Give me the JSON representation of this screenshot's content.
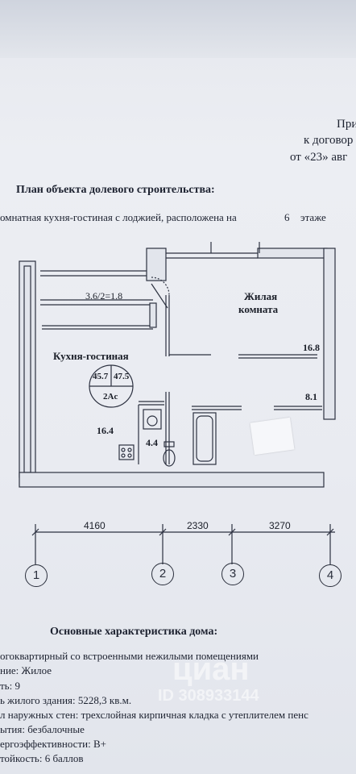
{
  "header": {
    "line1": "При",
    "line2": "к договор",
    "line3": "от «23» авг"
  },
  "title": "План объекта долевого строительства:",
  "subtitle": "омнатная кухня-гостиная с лоджией, расположена на",
  "floor_number": "6",
  "floor_word": "этаже",
  "rooms": {
    "loggia_area": "3.6/2=1.8",
    "bedroom_name": "Жилая",
    "bedroom_name2": "комната",
    "bedroom_area": "16.8",
    "hall_area": "8.1",
    "kitchen_name": "Кухня-гостиная",
    "kitchen_area": "16.4",
    "bath_area": "4.4",
    "total_area": "45.7",
    "total_area2": "47.5",
    "apt_type": "2Ac"
  },
  "dimensions": [
    "4160",
    "2330",
    "3270"
  ],
  "axes": [
    "1",
    "2",
    "3",
    "4"
  ],
  "features_title": "Основные характеристика дома:",
  "features": [
    "огоквартирный со встроенными нежилыми помещениями",
    "ние: Жилое",
    "ть: 9",
    "ь жилого здания: 5228,3 кв.м.",
    "л наружных стен: трехслойная кирпичная кладка с утеплителем пенс",
    "ытия: безбалочные",
    "ергоэффективности: В+",
    "тойкость: 6 баллов"
  ],
  "watermark": {
    "brand": "циан",
    "id": "ID 308933144"
  }
}
